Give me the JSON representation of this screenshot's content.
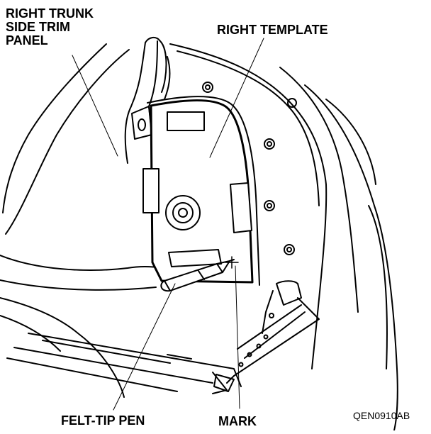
{
  "labels": {
    "trunk_trim_panel": "RIGHT TRUNK\nSIDE TRIM\nPANEL",
    "right_template": "RIGHT TEMPLATE",
    "felt_tip_pen": "FELT-TIP PEN",
    "mark": "MARK",
    "figure_code": "QEN0910AB"
  },
  "colors": {
    "line": "#000000",
    "background": "#ffffff"
  }
}
